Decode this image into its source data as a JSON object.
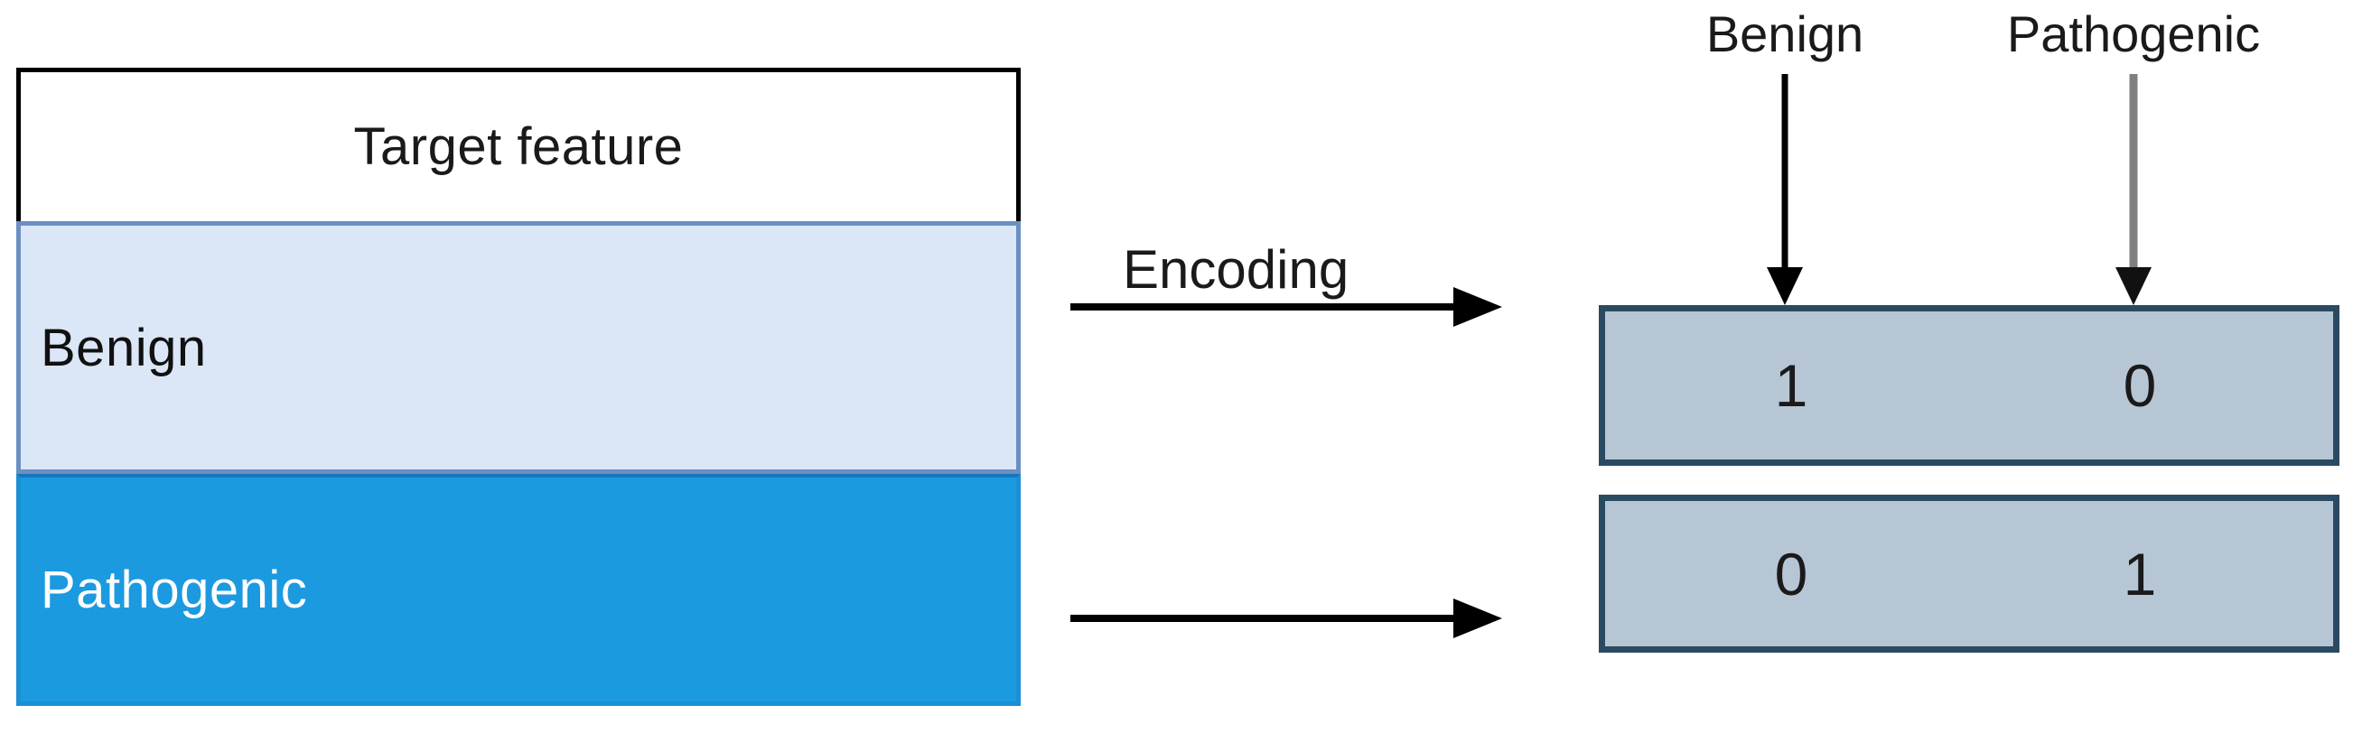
{
  "diagram": {
    "title_hidden": "",
    "source": {
      "header_label": "Target feature",
      "categories": [
        {
          "label": "Benign",
          "fill": "#dbe7f7",
          "text_color": "#111111"
        },
        {
          "label": "Pathogenic",
          "fill": "#1b9ae0",
          "text_color": "#ffffff"
        }
      ]
    },
    "transform": {
      "label": "Encoding",
      "arrows": [
        {
          "name": "benign-encoding-arrow",
          "color": "#000000"
        },
        {
          "name": "pathogenic-encoding-arrow",
          "color": "#000000"
        }
      ]
    },
    "encoded": {
      "column_headers": [
        "Benign",
        "Pathogenic"
      ],
      "header_arrow_colors": [
        "#000000",
        "#808080"
      ],
      "rows": [
        {
          "values": [
            "1",
            "0"
          ]
        },
        {
          "values": [
            "0",
            "1"
          ]
        }
      ],
      "box_fill": "#b7c6d4",
      "box_border": "#2a4a61"
    }
  }
}
